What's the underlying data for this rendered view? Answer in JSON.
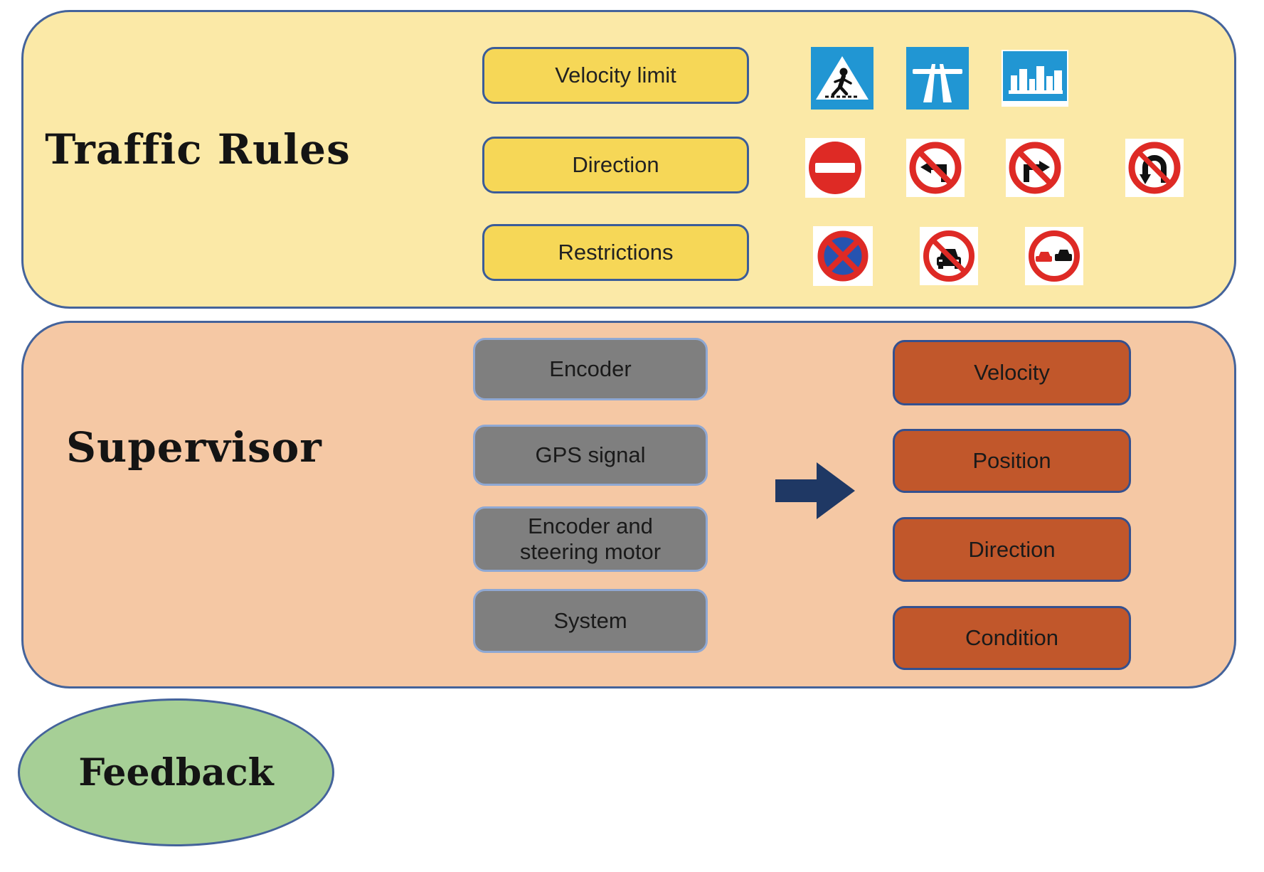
{
  "traffic_rules": {
    "title": "Traffic Rules",
    "categories": [
      {
        "label": "Velocity limit"
      },
      {
        "label": "Direction"
      },
      {
        "label": "Restrictions"
      }
    ],
    "sign_rows": [
      {
        "category": "Velocity limit",
        "signs": [
          "pedestrian-crossing-sign-icon",
          "motorway-sign-icon",
          "built-up-area-sign-icon"
        ]
      },
      {
        "category": "Direction",
        "signs": [
          "no-entry-sign-icon",
          "no-left-turn-sign-icon",
          "no-right-turn-sign-icon",
          "no-u-turn-sign-icon"
        ]
      },
      {
        "category": "Restrictions",
        "signs": [
          "no-stopping-sign-icon",
          "no-vehicles-sign-icon",
          "no-overtaking-sign-icon"
        ]
      }
    ]
  },
  "supervisor": {
    "title": "Supervisor",
    "inputs": [
      {
        "label": "Encoder"
      },
      {
        "label": "GPS signal"
      },
      {
        "label": "Encoder and steering motor"
      },
      {
        "label": "System"
      }
    ],
    "arrow": "flow-arrow-icon",
    "outputs": [
      {
        "label": "Velocity"
      },
      {
        "label": "Position"
      },
      {
        "label": "Direction"
      },
      {
        "label": "Condition"
      }
    ]
  },
  "feedback": {
    "title": "Feedback"
  },
  "colors": {
    "panel_yellow": "#FBE9A7",
    "button_yellow": "#F6D757",
    "panel_peach": "#F5C8A4",
    "button_gray": "#7F7F7F",
    "button_orange": "#C1572B",
    "ellipse_green": "#A6CF96",
    "arrow_navy": "#1F3864",
    "border_blue": "#44639B",
    "sign_blue": "#2196D3",
    "sign_red": "#DE2A25"
  }
}
